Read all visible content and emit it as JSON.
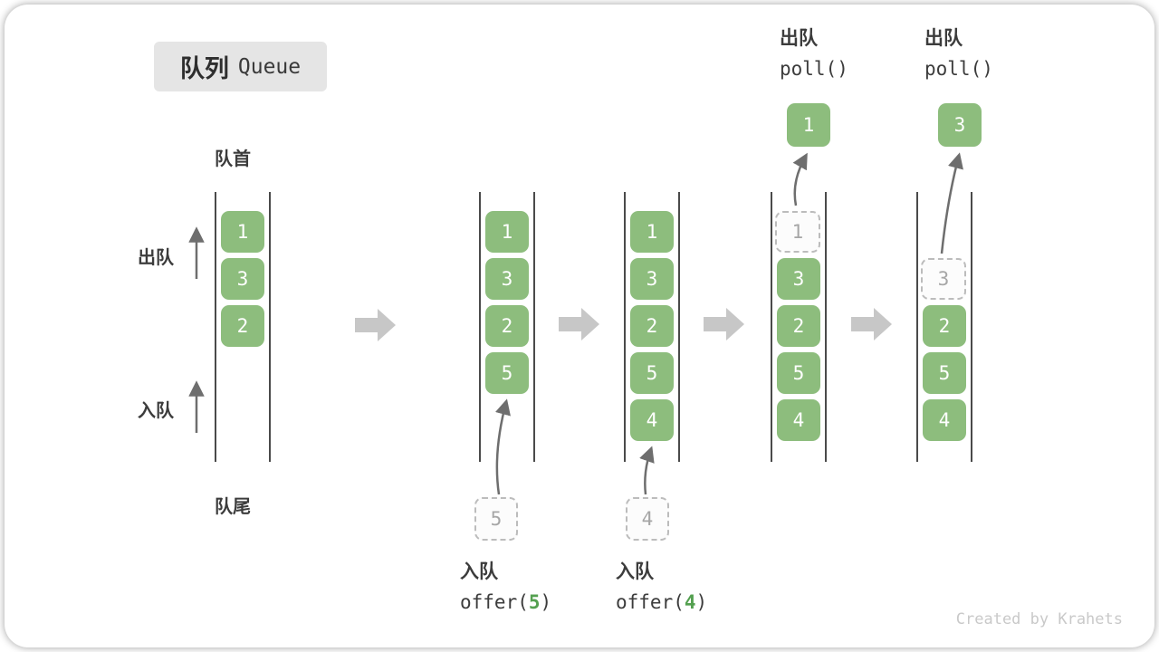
{
  "title": {
    "zh": "队列",
    "en": "Queue"
  },
  "labels": {
    "front": "队首",
    "rear": "队尾",
    "dequeue_side": "出队",
    "enqueue_side": "入队"
  },
  "colors": {
    "cell_green": "#8dbd7d",
    "code_arg_green": "#54a050",
    "wall": "#4a4a4a",
    "flow_arrow": "#c7c7c7",
    "thin_arrow": "#6e6e6e",
    "dashed_border": "#bcbcbc",
    "title_bg": "#e5e5e5"
  },
  "queues": [
    {
      "cells": [
        {
          "v": "1"
        },
        {
          "v": "3"
        },
        {
          "v": "2"
        }
      ]
    },
    {
      "cells": [
        {
          "v": "1"
        },
        {
          "v": "3"
        },
        {
          "v": "2"
        },
        {
          "v": "5"
        }
      ]
    },
    {
      "cells": [
        {
          "v": "1"
        },
        {
          "v": "3"
        },
        {
          "v": "2"
        },
        {
          "v": "5"
        },
        {
          "v": "4"
        }
      ]
    },
    {
      "cells": [
        {
          "v": "1"
        },
        {
          "v": "3"
        },
        {
          "v": "2"
        },
        {
          "v": "5"
        },
        {
          "v": "4"
        }
      ]
    },
    {
      "cells": [
        {
          "v": "3"
        },
        {
          "v": "2"
        },
        {
          "v": "5"
        },
        {
          "v": "4"
        }
      ]
    }
  ],
  "ops": {
    "enq5": {
      "label": "入队",
      "fn_open": "offer(",
      "arg": "5",
      "fn_close": ")",
      "pending": "5"
    },
    "enq4": {
      "label": "入队",
      "fn_open": "offer(",
      "arg": "4",
      "fn_close": ")",
      "pending": "4"
    },
    "poll1": {
      "label": "出队",
      "fn": "poll()",
      "popped": "1"
    },
    "poll3": {
      "label": "出队",
      "fn": "poll()",
      "popped": "3"
    }
  },
  "watermark": "Created by Krahets"
}
